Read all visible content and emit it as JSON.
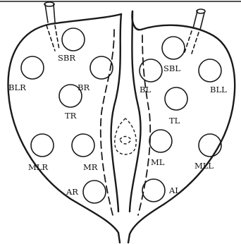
{
  "labels": {
    "SBR": "SBR",
    "BLR": "BLR",
    "BR": "BR",
    "TR": "TR",
    "MLR": "MLR",
    "MR": "MR",
    "AR": "AR",
    "SBL": "SBL",
    "BL": "BL",
    "BLL": "BLL",
    "TL": "TL",
    "ML": "ML",
    "MLL": "MLL",
    "AL": "AL"
  },
  "colors": {
    "line": "#1a1a1a",
    "background": "#ffffff"
  }
}
